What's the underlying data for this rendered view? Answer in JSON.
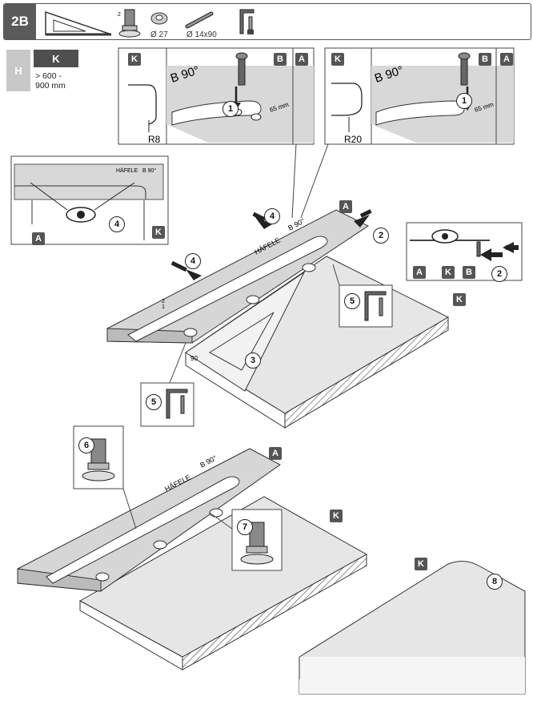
{
  "header": {
    "step": "2B",
    "tools": [
      {
        "icon": "set-square-icon",
        "label": ""
      },
      {
        "icon": "router-icon",
        "label": ""
      },
      {
        "icon": "washer-icon",
        "label": "Ø 27"
      },
      {
        "icon": "pin-icon",
        "label": "Ø 14x90"
      },
      {
        "icon": "clamp-icon",
        "label": ""
      }
    ]
  },
  "condition": {
    "h_label": "H",
    "k_label": "K",
    "spec_line1": "> 600 -",
    "spec_line2": "900 mm"
  },
  "details": {
    "left": {
      "radius": "R8",
      "template_text": "B 90°",
      "dim": "65 mm"
    },
    "right": {
      "radius": "R20",
      "template_text": "B 90°",
      "dim": "65 mm"
    }
  },
  "callouts": {
    "k": "K",
    "a": "A",
    "b": "B",
    "n1": "1",
    "n2": "2",
    "n3": "3",
    "n4": "4",
    "n5": "5",
    "n6": "6",
    "n7": "7",
    "n8": "8"
  },
  "template": {
    "brand": "HÄFELE",
    "angle": "B 90°",
    "marks": [
      "1",
      "2"
    ]
  },
  "scale_label": "90"
}
